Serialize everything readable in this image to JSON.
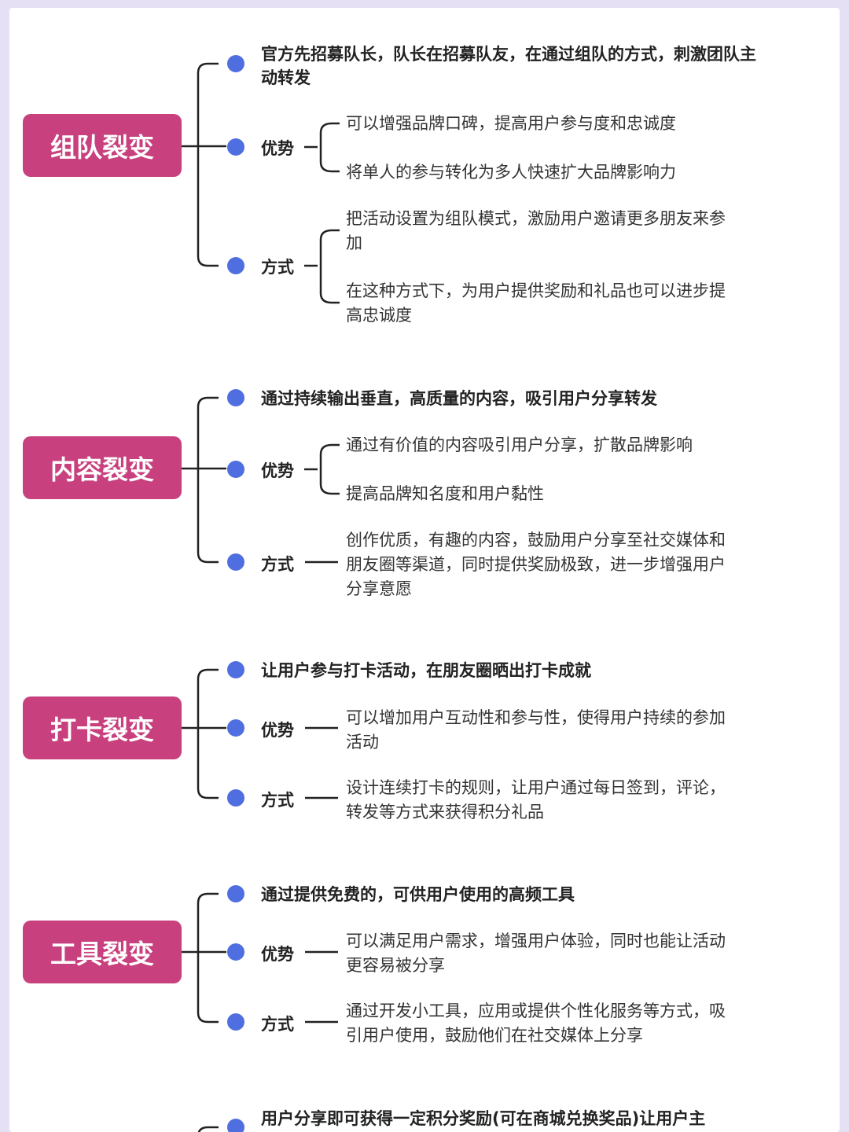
{
  "colors": {
    "root": "#c8407e",
    "dot": "#4f6ee0",
    "line": "#222222"
  },
  "groups": [
    {
      "title": "组队裂变",
      "desc": "官方先招募队长，队长在招募队友，在通过组队的方式，刺激团队主动转发",
      "advantage": {
        "label": "优势",
        "items": [
          "可以增强品牌口碑，提高用户参与度和忠诚度",
          "将单人的参与转化为多人快速扩大品牌影响力"
        ]
      },
      "method": {
        "label": "方式",
        "items": [
          "把活动设置为组队模式，激励用户邀请更多朋友来参加",
          "在这种方式下，为用户提供奖励和礼品也可以进步提高忠诚度"
        ]
      }
    },
    {
      "title": "内容裂变",
      "desc": "通过持续输出垂直，高质量的内容，吸引用户分享转发",
      "advantage": {
        "label": "优势",
        "items": [
          "通过有价值的内容吸引用户分享，扩散品牌影响",
          "提高品牌知名度和用户黏性"
        ]
      },
      "method": {
        "label": "方式",
        "items": [
          "创作优质，有趣的内容，鼓励用户分享至社交媒体和朋友圈等渠道，同时提供奖励极致，进一步增强用户分享意愿"
        ]
      }
    },
    {
      "title": "打卡裂变",
      "desc": "让用户参与打卡活动，在朋友圈晒出打卡成就",
      "advantage": {
        "label": "优势",
        "items": [
          "可以增加用户互动性和参与性，使得用户持续的参加活动"
        ]
      },
      "method": {
        "label": "方式",
        "items": [
          "设计连续打卡的规则，让用户通过每日签到，评论，转发等方式来获得积分礼品"
        ]
      }
    },
    {
      "title": "工具裂变",
      "desc": "通过提供免费的，可供用户使用的高频工具",
      "advantage": {
        "label": "优势",
        "items": [
          "可以满足用户需求，增强用户体验，同时也能让活动更容易被分享"
        ]
      },
      "method": {
        "label": "方式",
        "items": [
          "通过开发小工具，应用或提供个性化服务等方式，吸引用户使用，鼓励他们在社交媒体上分享"
        ]
      }
    }
  ],
  "partial": {
    "desc": "用户分享即可获得一定积分奖励(可在商城兑换奖品)让用户主"
  }
}
